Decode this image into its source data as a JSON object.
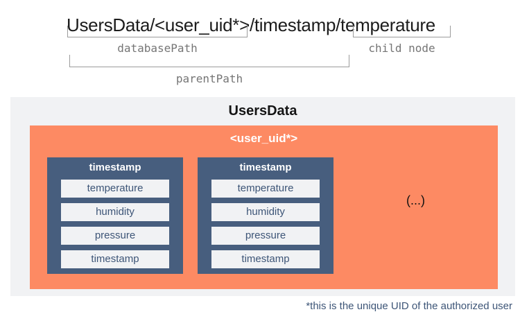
{
  "path_annotation": {
    "path": "UsersData/<user_uid*>/timestamp/temperature",
    "database_path_label": "databasePath",
    "child_node_label": "child node",
    "parent_path_label": "parentPath"
  },
  "diagram": {
    "root_label": "UsersData",
    "user_node_label": "<user_uid*>",
    "ellipsis": "(...)",
    "nodes": [
      {
        "title": "timestamp",
        "rows": [
          "temperature",
          "humidity",
          "pressure",
          "timestamp"
        ]
      },
      {
        "title": "timestamp",
        "rows": [
          "temperature",
          "humidity",
          "pressure",
          "timestamp"
        ]
      }
    ]
  },
  "footnote": "*this is the unique UID of the authorized user",
  "colors": {
    "orange": "#FD8A63",
    "slate_blue": "#475E7E",
    "panel_gray": "#F1F2F4",
    "row_text": "#3D5577",
    "bracket_gray": "#9B9B9B",
    "label_gray": "#757575"
  }
}
